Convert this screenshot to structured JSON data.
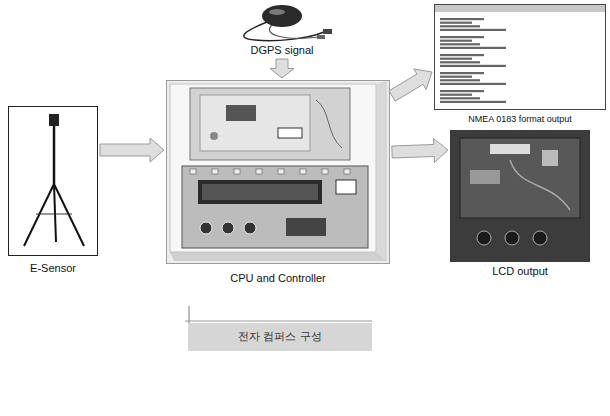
{
  "diagram": {
    "caption": "전자 컴퍼스 구성",
    "nodes": [
      {
        "text": [
          "DGPS signal"
        ]
      },
      {
        "text": [
          "E-Sensor"
        ]
      },
      {
        "text": [
          "CPU and Controller"
        ]
      },
      {
        "text": [
          "NMEA 0183 format output"
        ]
      },
      {
        "text": [
          "LCD output"
        ]
      }
    ],
    "edges": [
      {
        "from": 0,
        "to": 2,
        "arrow": "to"
      },
      {
        "from": 1,
        "to": 2,
        "arrow": "to"
      },
      {
        "from": 2,
        "to": 3,
        "arrow": "to"
      },
      {
        "from": 2,
        "to": 4,
        "arrow": "to"
      }
    ]
  }
}
